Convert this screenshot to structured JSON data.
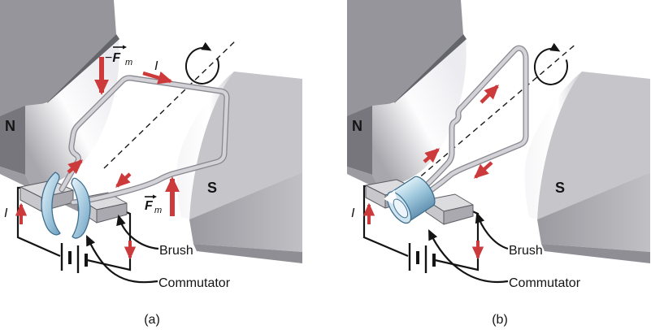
{
  "figure_labels": {
    "panel_a": {
      "caption": "(a)",
      "north": "N",
      "south": "S",
      "loop_current": "I",
      "circuit_current": "I",
      "force_down": {
        "sign": "−",
        "symbol": "F",
        "sub": "m"
      },
      "force_up": {
        "symbol": "F",
        "sub": "m"
      },
      "brush": "Brush",
      "commutator": "Commutator"
    },
    "panel_b": {
      "caption": "(b)",
      "north": "N",
      "south": "S",
      "circuit_current": "I",
      "brush": "Brush",
      "commutator": "Commutator"
    },
    "colors": {
      "arrow_red": "#cd3a3c",
      "magnet_dark_face": "#76767c",
      "magnet_top_face": "#95959b",
      "magnet_light_face": "#c5c5ca",
      "commutator_blue": "#a9cde1",
      "wire_tube_gray": "#d2d2d7",
      "line_black": "#141414"
    }
  }
}
